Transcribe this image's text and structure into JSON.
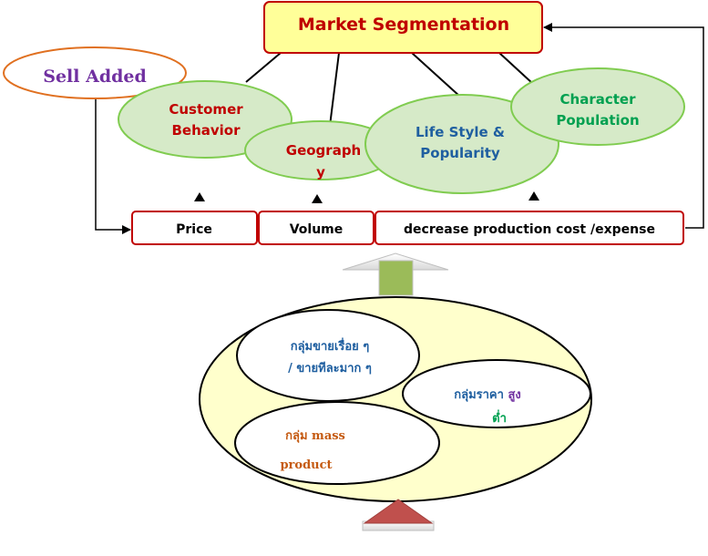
{
  "title": "Market Segmentation",
  "sell_added": "Sell  Added",
  "ellipses": {
    "customer_behavior": [
      "Customer",
      "Behavior"
    ],
    "geography": [
      "Geograph",
      "y"
    ],
    "lifestyle": [
      "Life Style &",
      "Popularity"
    ],
    "character": [
      "Character",
      "Population"
    ]
  },
  "boxes": {
    "price": "Price",
    "volume": "Volume",
    "cost": "decrease  production cost /expense"
  },
  "groups": {
    "retail": [
      "กลุ่มขายเรื่อย ๆ",
      "/ ขายทีละมาก ๆ"
    ],
    "price_group": "กลุ่มราคา ",
    "price_high": "สูง",
    "price_low": "ต่ำ",
    "mass": [
      "กลุ่ม  mass",
      "product"
    ]
  },
  "colors": {
    "title_fill": "#ffff99",
    "title_border": "#c00000",
    "title_text": "#c00000",
    "sell_added_border": "#e07020",
    "sell_added_text": "#7030a0",
    "green_fill": "#d6eac8",
    "green_border": "#80cc50",
    "box_border": "#c00000",
    "customer_text": "#c00000",
    "lifestyle_text": "#1f5fa0",
    "character_text": "#00a050",
    "big_ellipse_fill": "#ffffcc",
    "retail_text": "#1f5fa0",
    "mass_text": "#c55a11",
    "high_text": "#7030a0",
    "low_text": "#00a050",
    "up_arrow": "#9bbb59",
    "down_arrow": "#c0504d"
  }
}
